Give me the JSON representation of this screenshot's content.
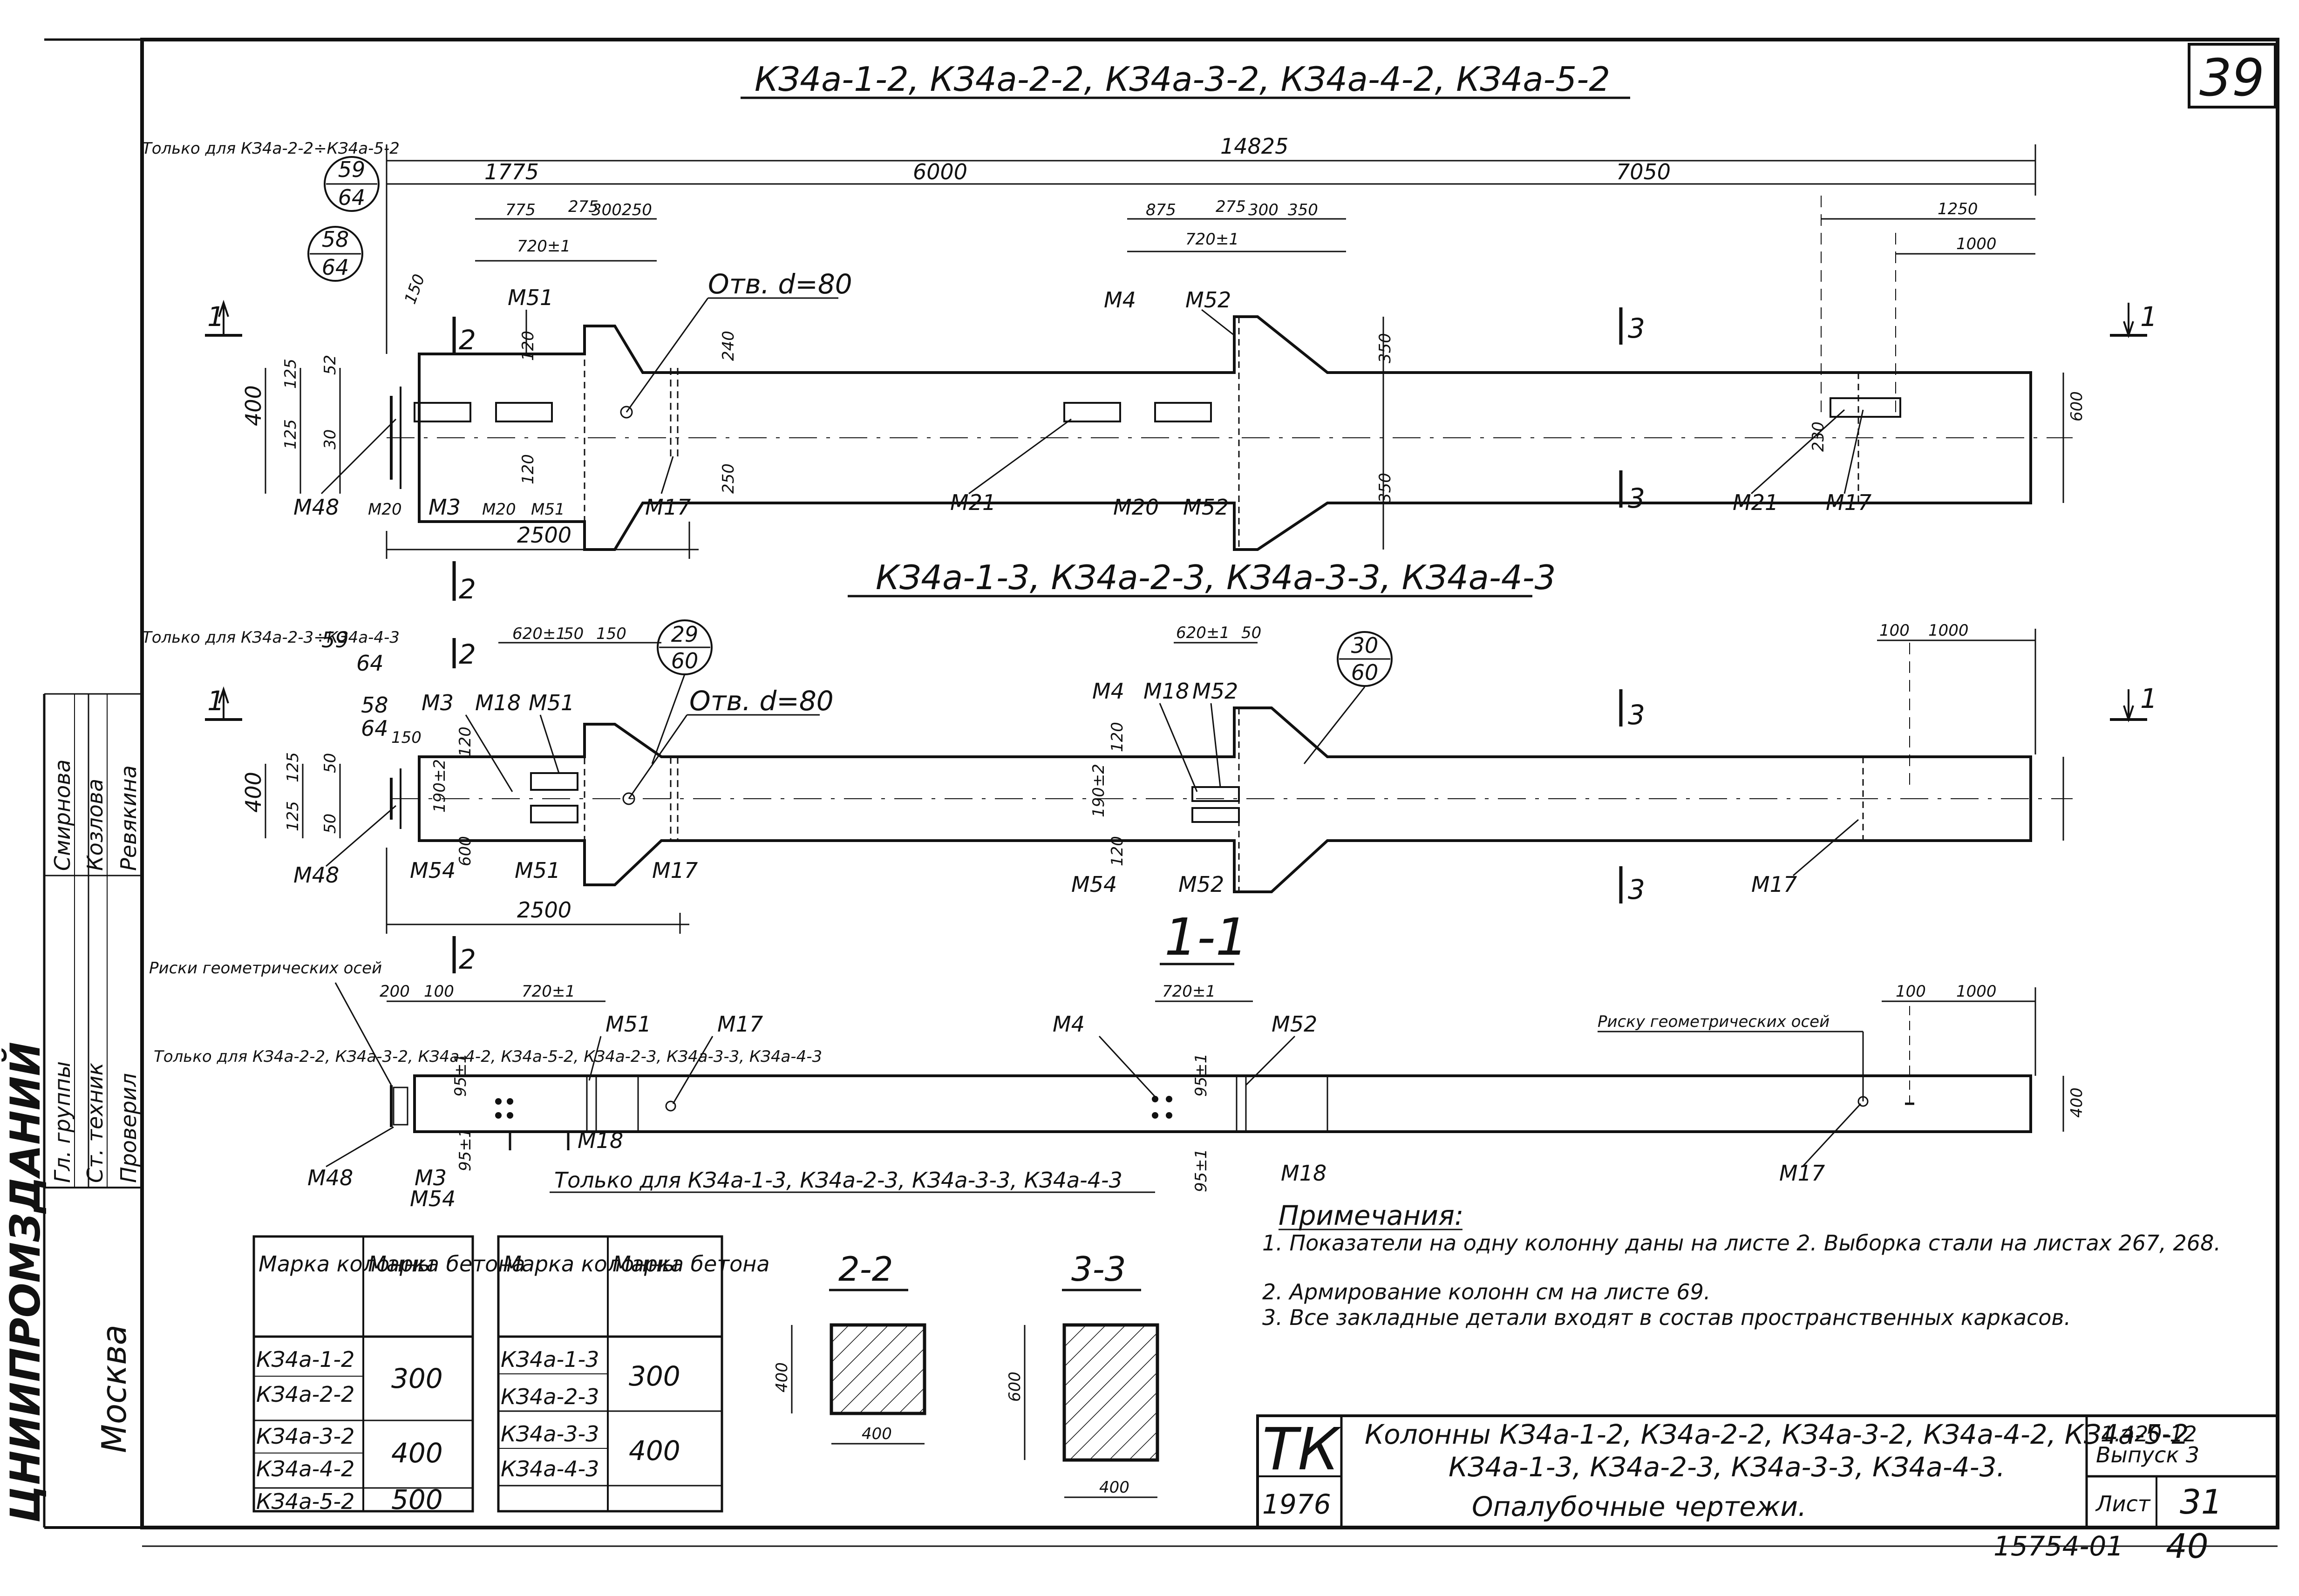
{
  "sheet_number": "39",
  "rows": [
    {
      "title": "КЗ4а-1-2, КЗ4а-2-2, КЗ4а-3-2, КЗ4а-4-2, КЗ4а-5-2",
      "note": "Только для КЗ4а-2-2÷КЗ4а-5-2",
      "callouts": [
        "59\n64",
        "58\n64"
      ],
      "dims": {
        "total": "14825",
        "d1": "1775",
        "d2": "6000",
        "d3": "7050",
        "sub_l": [
          "775",
          "275",
          "300",
          "250",
          "720±1"
        ],
        "sub_m": [
          "875",
          "275",
          "300",
          "350",
          "720±1"
        ],
        "sub_r": [
          "1250",
          "1000"
        ],
        "v": [
          "150",
          "125",
          "52",
          "125",
          "30",
          "400",
          "240",
          "600",
          "350",
          "350",
          "120",
          "120",
          "250",
          "230"
        ],
        "bottom": "2500"
      },
      "hole": "Отв. d=80",
      "sections": [
        "1",
        "1",
        "2",
        "2",
        "3",
        "3"
      ],
      "parts": [
        "М51",
        "М52",
        "М4",
        "М48",
        "М20",
        "М3",
        "М20",
        "М51",
        "М17",
        "М21",
        "М20",
        "М52",
        "М21",
        "М17"
      ]
    },
    {
      "title": "КЗ4а-1-3, КЗ4а-2-3, КЗ4а-3-3, КЗ4а-4-3",
      "note": "Только для КЗ4а-2-3÷КЗ4а-4-3",
      "callouts": [
        "59\n64",
        "58\n64",
        "29\n60",
        "30\n60"
      ],
      "dims": {
        "sub_l": [
          "620±1",
          "50",
          "150",
          "150"
        ],
        "sub_m": [
          "620±1",
          "50"
        ],
        "sub_r": [
          "100",
          "1000"
        ],
        "v": [
          "125",
          "50",
          "400",
          "125",
          "50",
          "120",
          "190±2",
          "120",
          "190±2",
          "120",
          "600"
        ],
        "bottom": "2500"
      },
      "hole": "Отв. d=80",
      "sections": [
        "1",
        "1",
        "2",
        "2",
        "3",
        "3"
      ],
      "parts": [
        "М3",
        "М18",
        "М51",
        "М4",
        "М18",
        "М52",
        "М48",
        "М54",
        "М51",
        "М17",
        "М54",
        "М52",
        "М17"
      ]
    },
    {
      "title": "1-1",
      "note_left": "Риски геометрических осей",
      "note_left2": "Только для КЗ4а-2-2, КЗ4а-3-2, КЗ4а-4-2, КЗ4а-5-2, КЗ4а-2-3, КЗ4а-3-3, КЗ4а-4-3",
      "note_right": "Риску геометрических осей",
      "note_bottom": "Только для КЗ4а-1-3, КЗ4а-2-3, КЗ4а-3-3, КЗ4а-4-3",
      "dims": {
        "top_l": [
          "200",
          "100",
          "720±1"
        ],
        "top_m": [
          "720±1"
        ],
        "top_r": [
          "100",
          "1000"
        ],
        "v": [
          "95±1",
          "95±1",
          "95±1",
          "95±1",
          "400"
        ]
      },
      "parts": [
        "М51",
        "М17",
        "М4",
        "М52",
        "М48",
        "М3",
        "М54",
        "М18",
        "М18",
        "М17"
      ]
    }
  ],
  "tables": [
    {
      "headers": [
        "Марка колонны",
        "Марка бетона"
      ],
      "rows": [
        [
          "КЗ4а-1-2",
          "300"
        ],
        [
          "КЗ4а-2-2",
          ""
        ],
        [
          "КЗ4а-3-2",
          "400"
        ],
        [
          "КЗ4а-4-2",
          ""
        ],
        [
          "КЗ4а-5-2",
          "500"
        ]
      ]
    },
    {
      "headers": [
        "Марка колонны",
        "Марка бетона"
      ],
      "rows": [
        [
          "КЗ4а-1-3",
          "300"
        ],
        [
          "КЗ4а-2-3",
          ""
        ],
        [
          "КЗ4а-3-3",
          "400"
        ],
        [
          "КЗ4а-4-3",
          ""
        ]
      ]
    }
  ],
  "section_views": [
    {
      "title": "2-2",
      "h": "400",
      "w": "400"
    },
    {
      "title": "3-3",
      "h": "600",
      "w": "400"
    }
  ],
  "notes": {
    "title": "Примечания:",
    "items": [
      "1. Показатели на одну колонну даны на листе 2. Выборка стали на листах 267, 268.",
      "2. Армирование колонн см на листе 69.",
      "3. Все закладные детали входят в состав пространственных каркасов."
    ]
  },
  "title_block": {
    "tk": "ТК",
    "year": "1976",
    "desc": [
      "Колонны КЗ4а-1-2, КЗ4а-2-2, КЗ4а-3-2, КЗ4а-4-2, КЗ4а-5-2",
      "КЗ4а-1-3, КЗ4а-2-3, КЗ4а-3-3, КЗ4а-4-3.",
      "Опалубочные чертежи."
    ],
    "code": "1.420-12",
    "issue": "Выпуск 3",
    "sheet_label": "Лист",
    "sheet": "31"
  },
  "side_stamp": {
    "org": "ЦНИИПРОМЗДАНИЙ",
    "city": "Москва",
    "roles": [
      "Гл. группы",
      "Ст. техник",
      "Проверил"
    ],
    "names": [
      "Смирнова",
      "Козлова",
      "Ревякина"
    ]
  },
  "bottom_code": "15754-01",
  "bottom_page": "40"
}
